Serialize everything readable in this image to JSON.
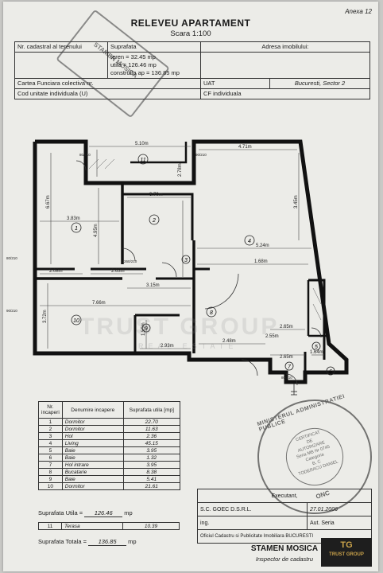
{
  "sheet": {
    "annex": "Anexa 12",
    "title": "RELEVEU APARTAMENT",
    "scale": "Scara 1:100"
  },
  "header_table": {
    "cadastral_label": "Nr. cadastral al terenului",
    "area_label": "Suprafata",
    "address_label": "Adresa imobilului:",
    "area_lines": [
      "teren      = 32.45 mp",
      "utila    = 126.46 mp",
      "construita ap = 136.85 mp"
    ],
    "carte_label": "Cartea Funciara colectiva nr.",
    "uat_label": "UAT",
    "uat_value": "Bucuresti, Sector 2",
    "cod_label": "Cod unitate individuala (U)",
    "cf_label": "CF individuala"
  },
  "stamp_top": {
    "text": "STAMEN MOSICA"
  },
  "floor_plan": {
    "dims": [
      "5.10m",
      "4.71m",
      "3.70m",
      "3.83m",
      "5.24m",
      "2.08m",
      "2.63m",
      "3.15m",
      "1.68m",
      "7.66m",
      "2.93m",
      "2.48m",
      "2.65m",
      "1.64m",
      "2.65m",
      "2.55m",
      "6.67m",
      "3.45m",
      "4.95m",
      "2.78m",
      "3.72m",
      "1.55m"
    ],
    "room_numbers": [
      "1",
      "2",
      "3",
      "4",
      "5",
      "6",
      "7",
      "8",
      "9",
      "10",
      "11"
    ],
    "door_labels": [
      "80/210",
      "90/210",
      "80/210",
      "90/210",
      "260/210",
      "80/210"
    ]
  },
  "watermark": {
    "main": "TRUST GROUP",
    "sub": "REAL ESTATE"
  },
  "rooms_table": {
    "headers": [
      "Nr. incaperi",
      "Denumire incapere",
      "Suprafata utila [mp]"
    ],
    "rows": [
      {
        "nr": "1",
        "name": "Dormitor",
        "area": "22.70"
      },
      {
        "nr": "2",
        "name": "Dormitor",
        "area": "11.63"
      },
      {
        "nr": "3",
        "name": "Hol",
        "area": "2.36"
      },
      {
        "nr": "4",
        "name": "Living",
        "area": "45.15"
      },
      {
        "nr": "5",
        "name": "Baie",
        "area": "3.95"
      },
      {
        "nr": "6",
        "name": "Baie",
        "area": "1.32"
      },
      {
        "nr": "7",
        "name": "Hol intrare",
        "area": "3.95"
      },
      {
        "nr": "8",
        "name": "Bucatarie",
        "area": "8.38"
      },
      {
        "nr": "9",
        "name": "Baie",
        "area": "5.41"
      },
      {
        "nr": "10",
        "name": "Dormitor",
        "area": "21.61"
      }
    ],
    "useful_label": "Suprafata Utila =",
    "useful_value": "126.46",
    "unit": "mp",
    "terrace_nr": "11",
    "terrace_name": "Terasa",
    "terrace_area": "10.39",
    "total_label": "Suprafata Totala =",
    "total_value": "136.85"
  },
  "executant": {
    "header": "Executant,",
    "company": "S.C. GOEC D.S.R.L.",
    "date": "27.01.2006",
    "row2": "ing.",
    "row2b": "Aut. Seria",
    "row3": "Oficiul Cadastru si Publicitate Imobiliara BUCURESTI",
    "signer": "STAMEN MOSICA",
    "signer_title": "Inspector de cadastru"
  },
  "stamp_round": {
    "ring": "MINISTERUL ADMINISTRATIEI PUBLICE",
    "lines": [
      "CERTIFICAT",
      "DE",
      "AUTORIZARE",
      "Seria MB Nr 0745",
      "Categoria",
      "B, C",
      "TODERACU DANIEL"
    ],
    "bottom": "ONC"
  },
  "logo": {
    "mark": "TG",
    "name": "TRUST GROUP"
  }
}
